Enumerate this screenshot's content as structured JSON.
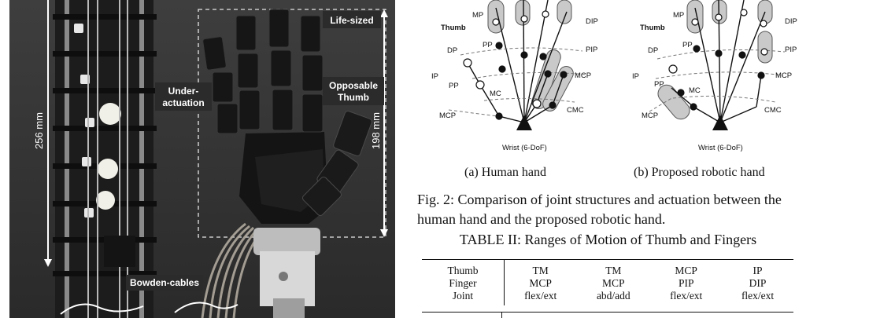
{
  "photo": {
    "label_life_sized": "Life-sized",
    "label_under_actuation_line1": "Under-",
    "label_under_actuation_line2": "actuation",
    "label_opposable_line1": "Opposable",
    "label_opposable_line2": "Thumb",
    "label_bowden": "Bowden-cables",
    "dim_256": "256 mm",
    "dim_198": "198 mm"
  },
  "diagram": {
    "thumb": "Thumb",
    "dp": "DP",
    "ip": "IP",
    "pp": "PP",
    "mcp": "MCP",
    "mp": "MP",
    "mc": "MC",
    "dip": "DIP",
    "pip": "PIP",
    "cmc": "CMC",
    "wrist": "Wrist (6-DoF)"
  },
  "figure": {
    "sub_a": "(a) Human hand",
    "sub_b": "(b) Proposed robotic hand",
    "caption": "Fig. 2: Comparison of joint structures and actuation between the human hand and the proposed robotic hand."
  },
  "table": {
    "title": "TABLE II: Ranges of Motion of Thumb and Fingers",
    "header": [
      [
        "Thumb",
        "Finger",
        "Joint"
      ],
      [
        "TM",
        "MCP",
        "flex/ext"
      ],
      [
        "TM",
        "MCP",
        "abd/add"
      ],
      [
        "MCP",
        "PIP",
        "flex/ext"
      ],
      [
        "IP",
        "DIP",
        "flex/ext"
      ]
    ]
  }
}
